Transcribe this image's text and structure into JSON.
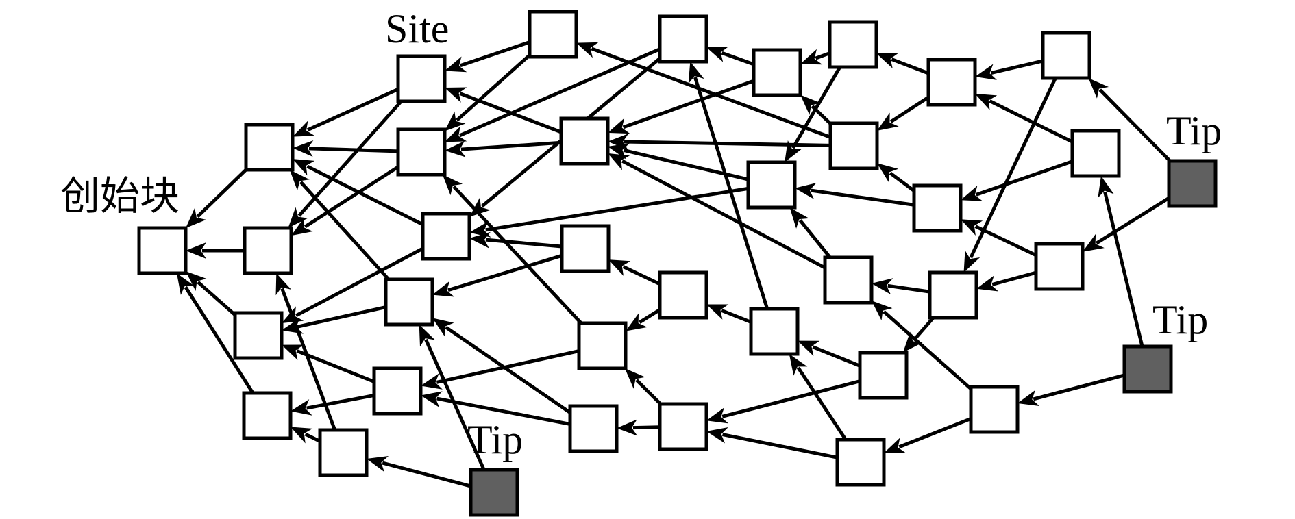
{
  "title": "DAG ledger structure (Tangle)",
  "labels": {
    "genesis": "创始块",
    "site": "Site",
    "tip": "Tip"
  },
  "colors": {
    "node_fill": "#ffffff",
    "tip_fill": "#606060",
    "stroke": "#000000"
  },
  "nodes": [
    {
      "id": "genesis",
      "kind": "genesis"
    },
    {
      "id": "A",
      "kind": "site"
    },
    {
      "id": "B",
      "kind": "site"
    },
    {
      "id": "C",
      "kind": "site"
    },
    {
      "id": "D",
      "kind": "site"
    },
    {
      "id": "E",
      "kind": "site"
    },
    {
      "id": "S0",
      "kind": "site",
      "labelled": true
    },
    {
      "id": "F",
      "kind": "site"
    },
    {
      "id": "G",
      "kind": "site"
    },
    {
      "id": "H",
      "kind": "site"
    },
    {
      "id": "I",
      "kind": "site"
    },
    {
      "id": "J",
      "kind": "site"
    },
    {
      "id": "K",
      "kind": "site"
    },
    {
      "id": "L",
      "kind": "site"
    },
    {
      "id": "M",
      "kind": "site"
    },
    {
      "id": "N",
      "kind": "site"
    },
    {
      "id": "T1",
      "kind": "tip"
    },
    {
      "id": "O",
      "kind": "site"
    },
    {
      "id": "P",
      "kind": "site"
    },
    {
      "id": "Q",
      "kind": "site"
    },
    {
      "id": "R",
      "kind": "site"
    },
    {
      "id": "S",
      "kind": "site"
    },
    {
      "id": "T",
      "kind": "site"
    },
    {
      "id": "U",
      "kind": "site"
    },
    {
      "id": "V",
      "kind": "site"
    },
    {
      "id": "W",
      "kind": "site"
    },
    {
      "id": "X",
      "kind": "site"
    },
    {
      "id": "Y",
      "kind": "site"
    },
    {
      "id": "Z",
      "kind": "site"
    },
    {
      "id": "AA",
      "kind": "site"
    },
    {
      "id": "AB",
      "kind": "site"
    },
    {
      "id": "AC",
      "kind": "site"
    },
    {
      "id": "AD",
      "kind": "site"
    },
    {
      "id": "AE",
      "kind": "site"
    },
    {
      "id": "AF",
      "kind": "site"
    },
    {
      "id": "T2",
      "kind": "tip"
    },
    {
      "id": "T3",
      "kind": "tip"
    }
  ],
  "edges": [
    [
      "A",
      "genesis"
    ],
    [
      "B",
      "genesis"
    ],
    [
      "C",
      "genesis"
    ],
    [
      "D",
      "genesis"
    ],
    [
      "S0",
      "A"
    ],
    [
      "F",
      "A"
    ],
    [
      "G",
      "A"
    ],
    [
      "H",
      "A"
    ],
    [
      "S0",
      "B"
    ],
    [
      "F",
      "B"
    ],
    [
      "E",
      "B"
    ],
    [
      "G",
      "C"
    ],
    [
      "H",
      "C"
    ],
    [
      "I",
      "C"
    ],
    [
      "I",
      "D"
    ],
    [
      "E",
      "D"
    ],
    [
      "J",
      "S0"
    ],
    [
      "K",
      "S0"
    ],
    [
      "J",
      "F"
    ],
    [
      "K",
      "F"
    ],
    [
      "O",
      "F"
    ],
    [
      "M",
      "F"
    ],
    [
      "O",
      "G"
    ],
    [
      "L",
      "G"
    ],
    [
      "S",
      "G"
    ],
    [
      "L",
      "H"
    ],
    [
      "N",
      "H"
    ],
    [
      "T1",
      "H"
    ],
    [
      "M",
      "I"
    ],
    [
      "N",
      "I"
    ],
    [
      "T1",
      "E"
    ],
    [
      "V",
      "J"
    ],
    [
      "R",
      "K"
    ],
    [
      "V",
      "K"
    ],
    [
      "S",
      "K"
    ],
    [
      "W",
      "K"
    ],
    [
      "P",
      "L"
    ],
    [
      "P",
      "M"
    ],
    [
      "Q",
      "M"
    ],
    [
      "Q",
      "N"
    ],
    [
      "R",
      "O"
    ],
    [
      "T",
      "O"
    ],
    [
      "T",
      "P"
    ],
    [
      "X",
      "Q"
    ],
    [
      "Y",
      "Q"
    ],
    [
      "U",
      "R"
    ],
    [
      "V",
      "R"
    ],
    [
      "U",
      "S"
    ],
    [
      "AA",
      "S"
    ],
    [
      "W",
      "S"
    ],
    [
      "X",
      "T"
    ],
    [
      "Y",
      "T"
    ],
    [
      "Z",
      "U"
    ],
    [
      "Z",
      "V"
    ],
    [
      "AA",
      "V"
    ],
    [
      "AB",
      "W"
    ],
    [
      "AC",
      "W"
    ],
    [
      "AB",
      "X"
    ],
    [
      "AC",
      "Y"
    ],
    [
      "AD",
      "Z"
    ],
    [
      "AE",
      "Z"
    ],
    [
      "AE",
      "AA"
    ],
    [
      "AF",
      "AA"
    ],
    [
      "AD",
      "AB"
    ],
    [
      "AF",
      "AB"
    ],
    [
      "T3",
      "AC"
    ],
    [
      "T2",
      "AD"
    ],
    [
      "T3",
      "AE"
    ],
    [
      "T2",
      "AF"
    ]
  ]
}
